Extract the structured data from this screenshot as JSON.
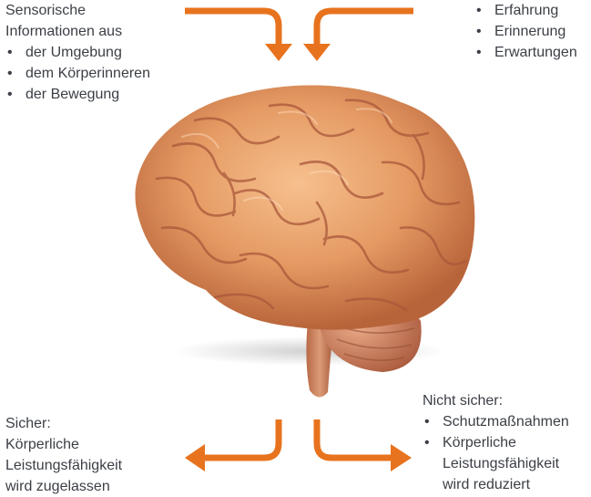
{
  "top_left": {
    "heading_lines": [
      "Sensorische",
      "Informationen aus"
    ],
    "items": [
      "der Umgebung",
      "dem Körperinneren",
      "der Bewegung"
    ]
  },
  "top_right": {
    "items": [
      "Erfahrung",
      "Erinnerung",
      "Erwartungen"
    ]
  },
  "bottom_left": {
    "lines": [
      "Sicher:",
      "Körperliche",
      "Leistungsfähigkeit",
      "wird zugelassen"
    ]
  },
  "bottom_right": {
    "heading": "Nicht sicher:",
    "item1": "Schutzmaßnahmen",
    "item2_lines": [
      "Körperliche",
      "Leistungsfähigkeit",
      "wird reduziert"
    ]
  },
  "colors": {
    "arrow": "#e8731e",
    "text": "#3b3f45",
    "brain": "#e59a63"
  },
  "icons": {
    "center_image": "brain-illustration"
  }
}
